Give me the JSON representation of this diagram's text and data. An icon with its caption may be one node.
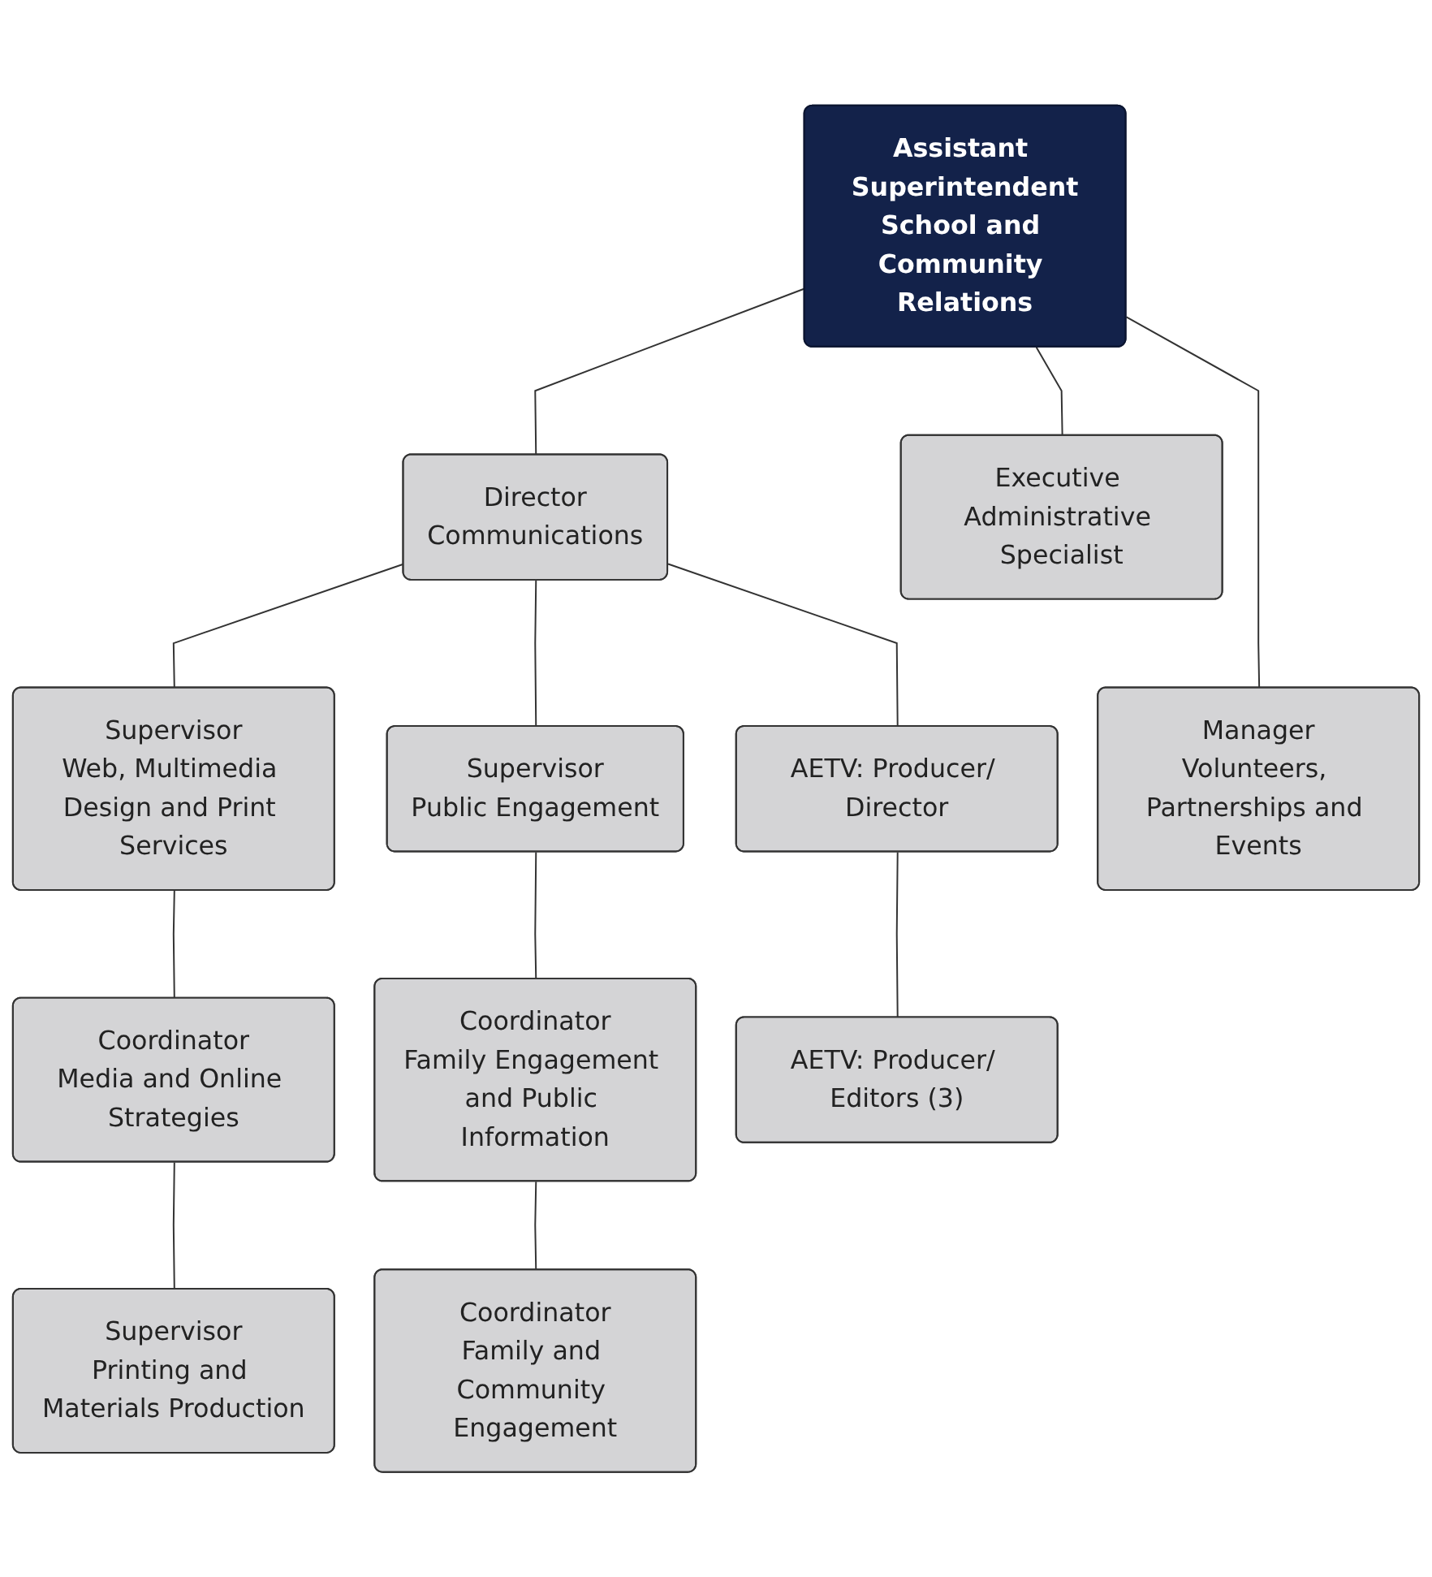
{
  "diagram": {
    "nodes": [
      {
        "text": [
          "Assistant Superintendent",
          "School and Community Relations"
        ]
      },
      {
        "text": [
          "Executive Administrative Specialist"
        ]
      },
      {
        "text": [
          "Director",
          "Communications"
        ]
      },
      {
        "text": [
          "Supervisor",
          "Web, Multimedia Design and Print Services"
        ]
      },
      {
        "text": [
          "Supervisor",
          "Public Engagement"
        ]
      },
      {
        "text": [
          "AETV: Producer/ Director"
        ]
      },
      {
        "text": [
          "Manager",
          "Volunteers, Partnerships and Events"
        ]
      },
      {
        "text": [
          "Coordinator",
          "Media and Online Strategies"
        ]
      },
      {
        "text": [
          "Coordinator",
          "Family Engagement and Public Information"
        ]
      },
      {
        "text": [
          "AETV: Producer/ Editors (3)"
        ]
      },
      {
        "text": [
          "Supervisor",
          "Printing and Materials Production"
        ]
      },
      {
        "text": [
          "Coordinator",
          "Family and Community Engagement"
        ]
      }
    ],
    "edges": [
      {
        "from": 0,
        "to": 1,
        "arrow": "none"
      },
      {
        "from": 0,
        "to": 2,
        "arrow": "none"
      },
      {
        "from": 2,
        "to": 3,
        "arrow": "none"
      },
      {
        "from": 2,
        "to": 4,
        "arrow": "none"
      },
      {
        "from": 2,
        "to": 5,
        "arrow": "none"
      },
      {
        "from": 0,
        "to": 6,
        "arrow": "none"
      },
      {
        "from": 3,
        "to": 7,
        "arrow": "none"
      },
      {
        "from": 7,
        "to": 10,
        "arrow": "none"
      },
      {
        "from": 4,
        "to": 8,
        "arrow": "none"
      },
      {
        "from": 8,
        "to": 11,
        "arrow": "none"
      },
      {
        "from": 5,
        "to": 9,
        "arrow": "none"
      }
    ]
  }
}
